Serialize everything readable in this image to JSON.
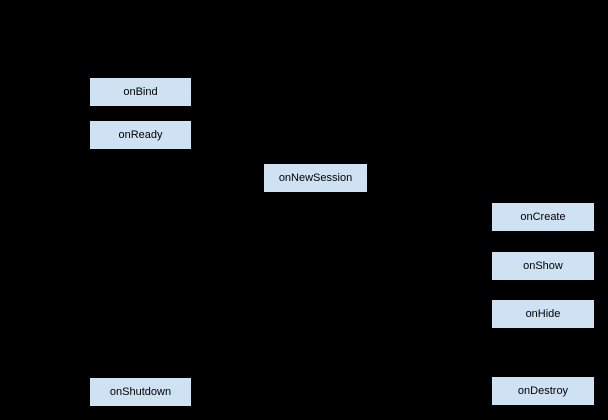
{
  "diagram": {
    "background_color": "#000000",
    "node_fill_color": "#cfe2f3",
    "node_border_color": "#000000",
    "node_text_color": "#000000",
    "nodes": [
      {
        "id": "onBind",
        "label": "onBind"
      },
      {
        "id": "onReady",
        "label": "onReady"
      },
      {
        "id": "onNewSession",
        "label": "onNewSession"
      },
      {
        "id": "onCreate",
        "label": "onCreate"
      },
      {
        "id": "onShow",
        "label": "onShow"
      },
      {
        "id": "onHide",
        "label": "onHide"
      },
      {
        "id": "onDestroy",
        "label": "onDestroy"
      },
      {
        "id": "onShutdown",
        "label": "onShutdown"
      }
    ]
  }
}
